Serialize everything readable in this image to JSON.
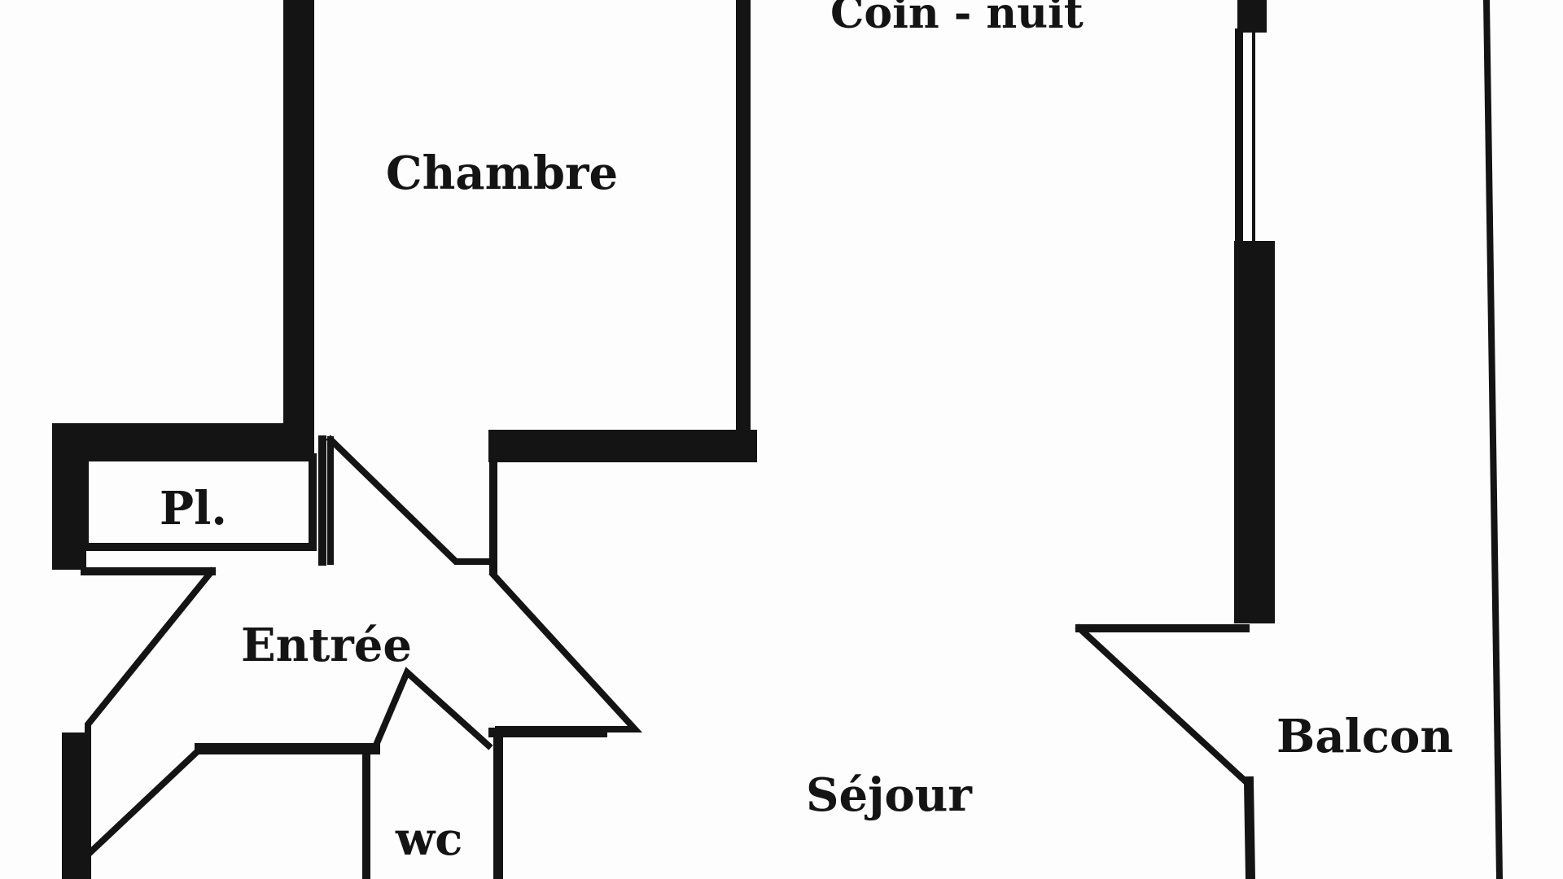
{
  "plan": {
    "rooms": {
      "coin_nuit": "Coin - nuit",
      "chambre": "Chambre",
      "placard": "Pl.",
      "entree": "Entrée",
      "wc": "wc",
      "sejour": "Séjour",
      "balcon": "Balcon"
    },
    "colors": {
      "ink": "#141414",
      "paper": "#fdfdfd"
    }
  }
}
